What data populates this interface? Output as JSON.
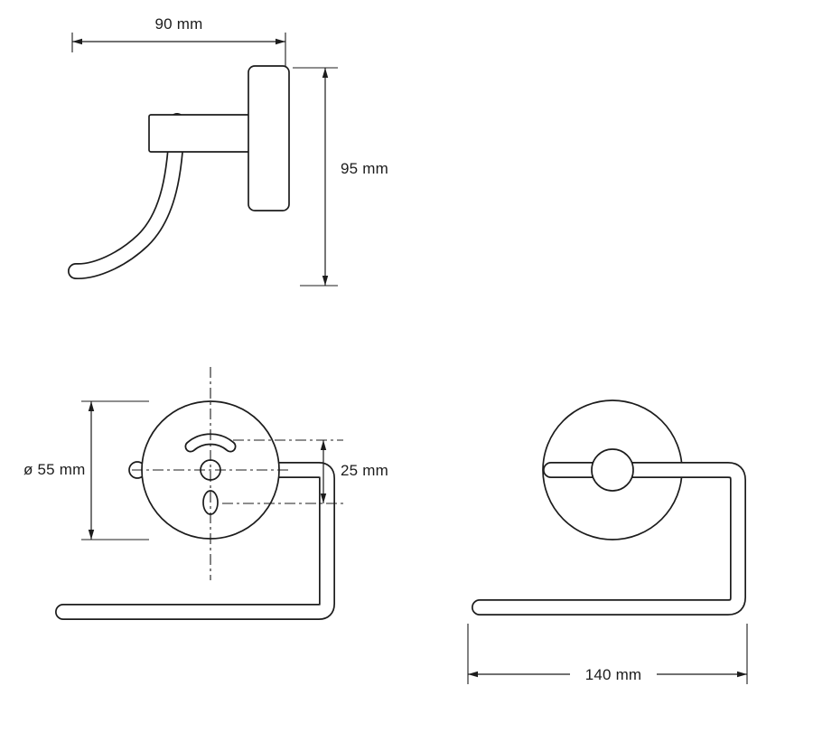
{
  "page": {
    "kind": "technical dimension drawing",
    "subject": "wall-mounted roll holder, three views"
  },
  "colors": {
    "line": "#1c1c1c",
    "background": "#ffffff"
  },
  "labels": {
    "top_width": "90 mm",
    "side_height": "95 mm",
    "plate_diameter": "ø 55 mm",
    "hole_spacing": "25 mm",
    "bar_width": "140 mm"
  }
}
